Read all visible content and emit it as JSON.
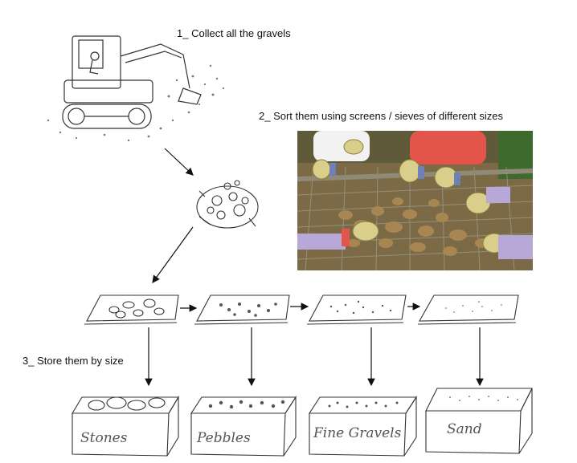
{
  "steps": {
    "step1": "1_ Collect all the gravels",
    "step2": "2_ Sort them using screens / sieves of different sizes",
    "step3": "3_ Store them by size"
  },
  "bins": [
    "Stones",
    "Pebbles",
    "Fine Gravels",
    "Sand"
  ],
  "colors": {
    "line": "#333333",
    "soil": "#8a6a3e",
    "glove": "#d9cf8a",
    "shirt_red": "#e3554a",
    "sleeve_purple": "#b7a8d8"
  },
  "icons": [
    "excavator-icon",
    "gravel-pile-icon",
    "sieve-icon",
    "bin-icon",
    "arrow-icon"
  ]
}
